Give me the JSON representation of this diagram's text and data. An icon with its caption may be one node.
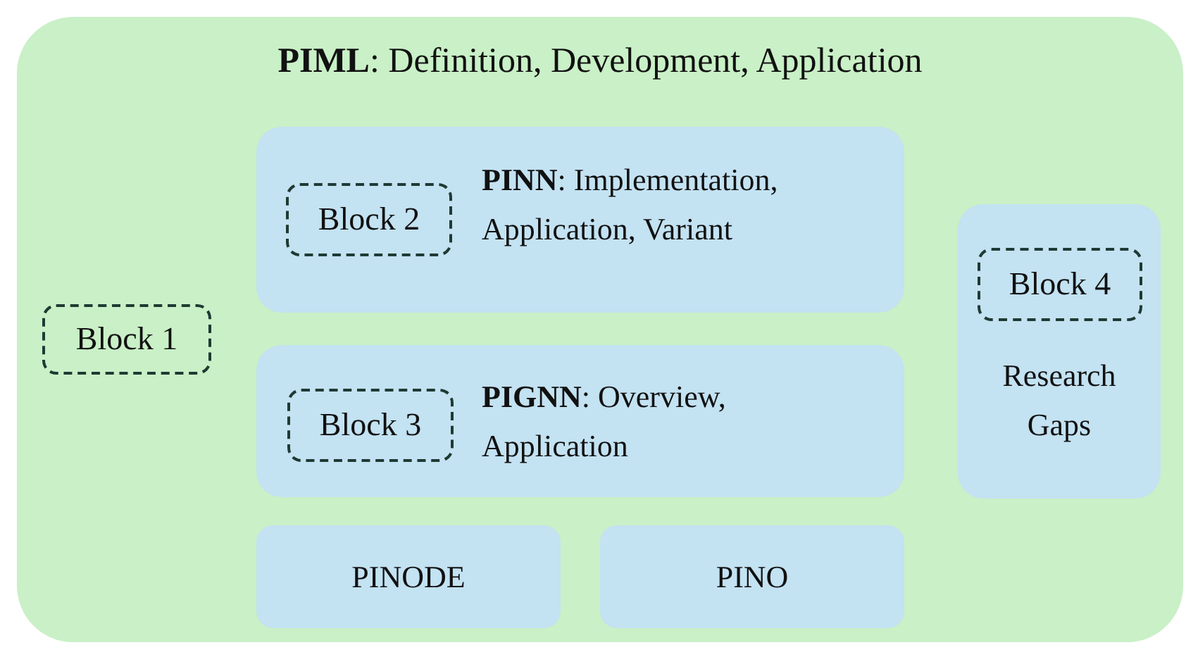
{
  "diagram": {
    "nodes": [
      {
        "text": [
          "**PIML**: Definition, Development, Application"
        ]
      },
      {
        "text": [
          "Block 1"
        ],
        "in": 0
      },
      {
        "text": [
          "**PINN**: Implementation, Application, Variant"
        ],
        "in": 0
      },
      {
        "text": [
          "Block 2"
        ],
        "in": 2
      },
      {
        "text": [
          "**PIGNN**: Overview, Application"
        ],
        "in": 0
      },
      {
        "text": [
          "Block 3"
        ],
        "in": 4
      },
      {
        "text": [
          "Research Gaps"
        ],
        "in": 0
      },
      {
        "text": [
          "Block 4"
        ],
        "in": 6
      },
      {
        "text": [
          "PINODE"
        ],
        "in": 0
      },
      {
        "text": [
          "PINO"
        ],
        "in": 0
      }
    ]
  }
}
